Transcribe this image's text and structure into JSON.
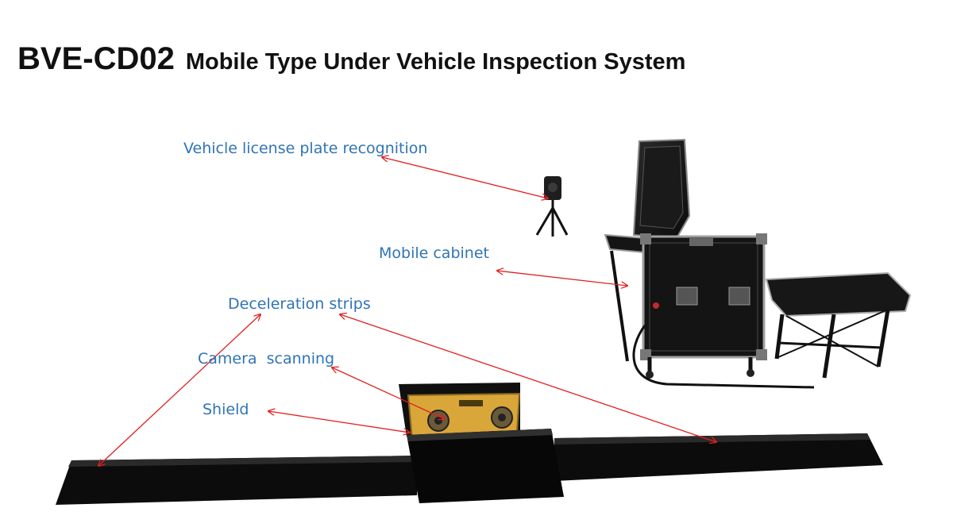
{
  "header": {
    "model": "BVE-CD02",
    "name": "Mobile Type Under Vehicle Inspection System"
  },
  "labels": {
    "plate": "Vehicle license plate recognition",
    "cabinet": "Mobile cabinet",
    "strips": "Deceleration strips",
    "camera": "Camera  scanning",
    "shield": "Shield"
  },
  "colors": {
    "label": "#2f74b5",
    "arrow": "#e02020",
    "title": "#111111"
  }
}
